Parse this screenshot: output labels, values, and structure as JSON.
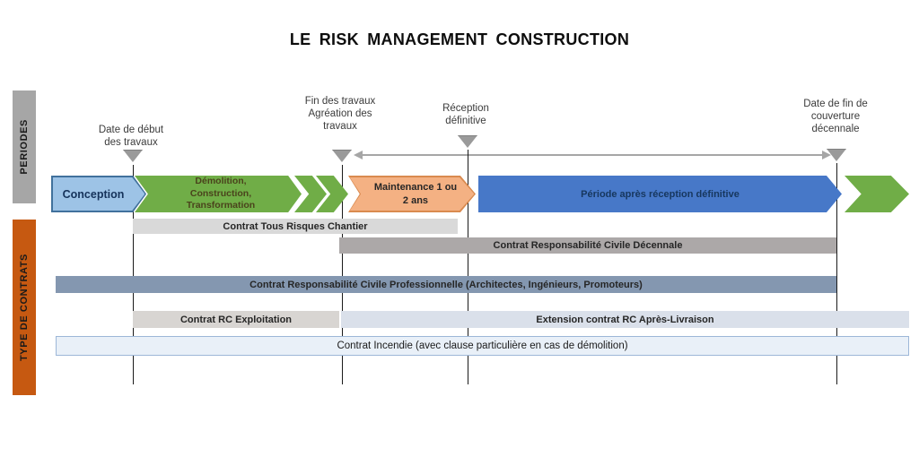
{
  "title": "LE RISK MANAGEMENT CONSTRUCTION",
  "sidebars": {
    "periodes_label": "PERIODES",
    "contrats_label": "TYPE DE CONTRATS"
  },
  "milestones": [
    {
      "label": "Date de début\ndes travaux"
    },
    {
      "label": "Fin des travaux\nAgréation des\ntravaux"
    },
    {
      "label": "Réception\ndéfinitive"
    },
    {
      "label": "Date de fin de\ncouverture\ndécennale"
    }
  ],
  "periods": [
    {
      "label": "Conception",
      "fill": "#9DC3E6",
      "border": "#41719C"
    },
    {
      "label": "Démolition,\nConstruction,\nTransformation",
      "fill": "#70AD47"
    },
    {
      "label": "Maintenance 1 ou\n2 ans",
      "fill": "#F4B183",
      "border": "#D98A4F"
    },
    {
      "label": "Période après réception définitive",
      "fill": "#4778C8"
    },
    {
      "label": "",
      "fill": "#70AD47"
    }
  ],
  "contracts": [
    {
      "label": "Contrat Tous Risques Chantier",
      "fill": "#D9D9D9"
    },
    {
      "label": "Contrat Responsabilité Civile Décennale",
      "fill": "#ACA8A8"
    },
    {
      "label": "Contrat Responsabilité Civile Professionnelle (Architectes, Ingénieurs, Promoteurs)",
      "fill": "#8497B0"
    },
    {
      "label": "Contrat RC Exploitation",
      "fill": "#D8D5D2"
    },
    {
      "label": "Extension contrat RC Après-Livraison",
      "fill": "#DAE0EA"
    },
    {
      "label": "Contrat Incendie (avec clause particulière en cas de démolition)",
      "fill": "#E9F0F8",
      "border": "#9DB7D8"
    }
  ],
  "colors": {
    "sidebar_periodes": "#A6A6A6",
    "sidebar_contrats": "#C65911",
    "milestone_marker": "#9A9A9A",
    "duration_arrow": "#A6A6A6"
  }
}
